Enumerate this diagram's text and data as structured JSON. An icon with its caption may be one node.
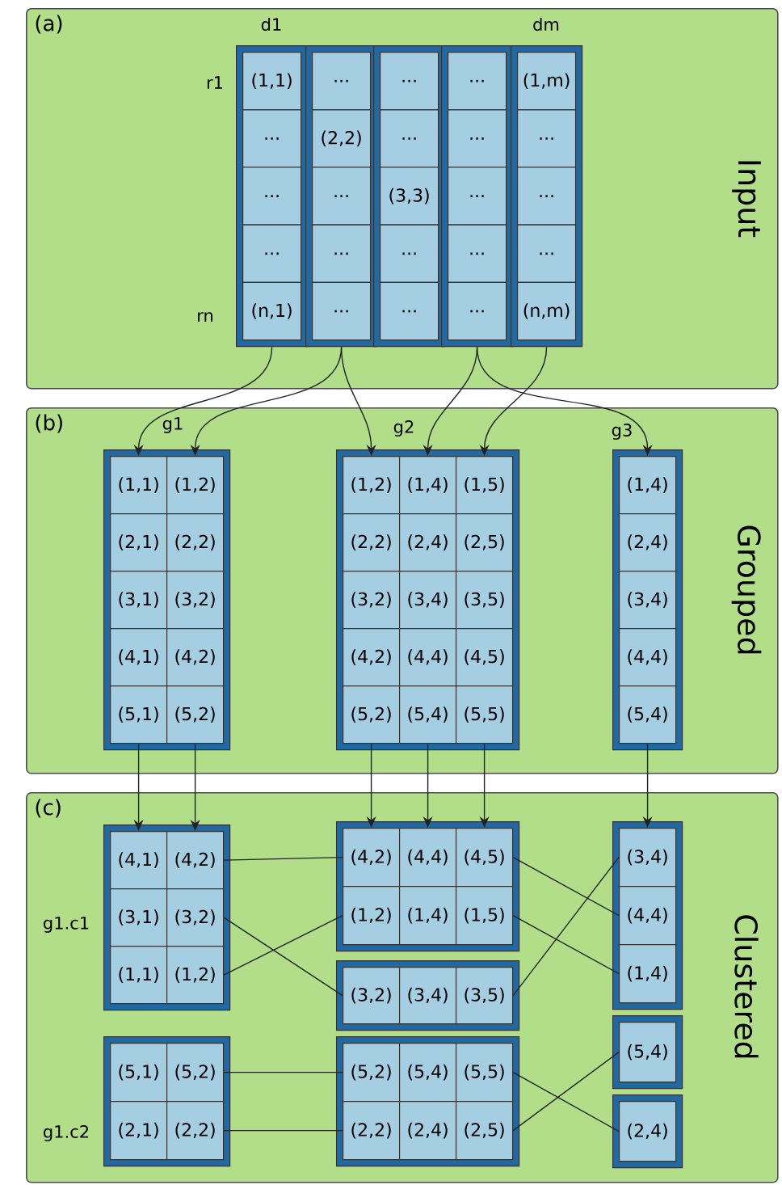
{
  "diagram": {
    "nodes": [
      {
        "text": [
          "(a)",
          "Input"
        ]
      },
      {
        "text": [],
        "shape": "box",
        "in": 0
      },
      {
        "text": [
          "(1,1)"
        ],
        "in": 1
      },
      {
        "text": [
          "..."
        ],
        "in": 1
      },
      {
        "text": [
          "..."
        ],
        "in": 1
      },
      {
        "text": [
          "..."
        ],
        "in": 1
      },
      {
        "text": [
          "(n,1)"
        ],
        "in": 1
      },
      {
        "text": [],
        "shape": "box",
        "in": 0
      },
      {
        "text": [
          "..."
        ],
        "in": 7
      },
      {
        "text": [
          "(2,2)"
        ],
        "in": 7
      },
      {
        "text": [
          "..."
        ],
        "in": 7
      },
      {
        "text": [
          "..."
        ],
        "in": 7
      },
      {
        "text": [
          "..."
        ],
        "in": 7
      },
      {
        "text": [],
        "shape": "box",
        "in": 0
      },
      {
        "text": [
          "..."
        ],
        "in": 13
      },
      {
        "text": [
          "..."
        ],
        "in": 13
      },
      {
        "text": [
          "(3,3)"
        ],
        "in": 13
      },
      {
        "text": [
          "..."
        ],
        "in": 13
      },
      {
        "text": [
          "..."
        ],
        "in": 13
      },
      {
        "text": [],
        "shape": "box",
        "in": 0
      },
      {
        "text": [
          "..."
        ],
        "in": 19
      },
      {
        "text": [
          "..."
        ],
        "in": 19
      },
      {
        "text": [
          "..."
        ],
        "in": 19
      },
      {
        "text": [
          "..."
        ],
        "in": 19
      },
      {
        "text": [
          "..."
        ],
        "in": 19
      },
      {
        "text": [],
        "shape": "box",
        "in": 0
      },
      {
        "text": [
          "(1,m)"
        ],
        "in": 25
      },
      {
        "text": [
          "..."
        ],
        "in": 25
      },
      {
        "text": [
          "..."
        ],
        "in": 25
      },
      {
        "text": [
          "..."
        ],
        "in": 25
      },
      {
        "text": [
          "(n,m)"
        ],
        "in": 25
      },
      {
        "text": [
          "(b)",
          "Grouped"
        ]
      },
      {
        "text": [],
        "shape": "box",
        "in": 31
      },
      {
        "text": [
          "(1,1)"
        ],
        "in": 32
      },
      {
        "text": [
          "(1,2)"
        ],
        "in": 32
      },
      {
        "text": [
          "(2,1)"
        ],
        "in": 32
      },
      {
        "text": [
          "(2,2)"
        ],
        "in": 32
      },
      {
        "text": [
          "(3,1)"
        ],
        "in": 32
      },
      {
        "text": [
          "(3,2)"
        ],
        "in": 32
      },
      {
        "text": [
          "(4,1)"
        ],
        "in": 32
      },
      {
        "text": [
          "(4,2)"
        ],
        "in": 32
      },
      {
        "text": [
          "(5,1)"
        ],
        "in": 32
      },
      {
        "text": [
          "(5,2)"
        ],
        "in": 32
      },
      {
        "text": [],
        "shape": "box",
        "in": 31
      },
      {
        "text": [
          "(1,2)"
        ],
        "in": 43
      },
      {
        "text": [
          "(1,4)"
        ],
        "in": 43
      },
      {
        "text": [
          "(1,5)"
        ],
        "in": 43
      },
      {
        "text": [
          "(2,2)"
        ],
        "in": 43
      },
      {
        "text": [
          "(2,4)"
        ],
        "in": 43
      },
      {
        "text": [
          "(2,5)"
        ],
        "in": 43
      },
      {
        "text": [
          "(3,2)"
        ],
        "in": 43
      },
      {
        "text": [
          "(3,4)"
        ],
        "in": 43
      },
      {
        "text": [
          "(3,5)"
        ],
        "in": 43
      },
      {
        "text": [
          "(4,2)"
        ],
        "in": 43
      },
      {
        "text": [
          "(4,4)"
        ],
        "in": 43
      },
      {
        "text": [
          "(4,5)"
        ],
        "in": 43
      },
      {
        "text": [
          "(5,2)"
        ],
        "in": 43
      },
      {
        "text": [
          "(5,4)"
        ],
        "in": 43
      },
      {
        "text": [
          "(5,5)"
        ],
        "in": 43
      },
      {
        "text": [],
        "shape": "box",
        "in": 31
      },
      {
        "text": [
          "(1,4)"
        ],
        "in": 59
      },
      {
        "text": [
          "(2,4)"
        ],
        "in": 59
      },
      {
        "text": [
          "(3,4)"
        ],
        "in": 59
      },
      {
        "text": [
          "(4,4)"
        ],
        "in": 59
      },
      {
        "text": [
          "(5,4)"
        ],
        "in": 59
      },
      {
        "text": [
          "(c)",
          "Clustered"
        ]
      },
      {
        "text": [],
        "shape": "box",
        "in": 65
      },
      {
        "text": [
          "(4,1)"
        ],
        "in": 66
      },
      {
        "text": [
          "(4,2)"
        ],
        "in": 66
      },
      {
        "text": [
          "(3,1)"
        ],
        "in": 66
      },
      {
        "text": [
          "(3,2)"
        ],
        "in": 66
      },
      {
        "text": [
          "(1,1)"
        ],
        "in": 66
      },
      {
        "text": [
          "(1,2)"
        ],
        "in": 66
      },
      {
        "text": [],
        "shape": "box",
        "in": 65
      },
      {
        "text": [
          "(5,1)"
        ],
        "in": 73
      },
      {
        "text": [
          "(5,2)"
        ],
        "in": 73
      },
      {
        "text": [
          "(2,1)"
        ],
        "in": 73
      },
      {
        "text": [
          "(2,2)"
        ],
        "in": 73
      },
      {
        "text": [],
        "shape": "box",
        "in": 65
      },
      {
        "text": [
          "(4,2)"
        ],
        "in": 78
      },
      {
        "text": [
          "(4,4)"
        ],
        "in": 78
      },
      {
        "text": [
          "(4,5)"
        ],
        "in": 78
      },
      {
        "text": [
          "(1,2)"
        ],
        "in": 78
      },
      {
        "text": [
          "(1,4)"
        ],
        "in": 78
      },
      {
        "text": [
          "(1,5)"
        ],
        "in": 78
      },
      {
        "text": [],
        "shape": "box",
        "in": 65
      },
      {
        "text": [
          "(3,2)"
        ],
        "in": 85
      },
      {
        "text": [
          "(3,4)"
        ],
        "in": 85
      },
      {
        "text": [
          "(3,5)"
        ],
        "in": 85
      },
      {
        "text": [],
        "shape": "box",
        "in": 65
      },
      {
        "text": [
          "(5,2)"
        ],
        "in": 89
      },
      {
        "text": [
          "(5,4)"
        ],
        "in": 89
      },
      {
        "text": [
          "(5,5)"
        ],
        "in": 89
      },
      {
        "text": [
          "(2,2)"
        ],
        "in": 89
      },
      {
        "text": [
          "(2,4)"
        ],
        "in": 89
      },
      {
        "text": [
          "(2,5)"
        ],
        "in": 89
      },
      {
        "text": [],
        "shape": "box",
        "in": 65
      },
      {
        "text": [
          "(3,4)"
        ],
        "in": 96
      },
      {
        "text": [
          "(4,4)"
        ],
        "in": 96
      },
      {
        "text": [
          "(1,4)"
        ],
        "in": 96
      },
      {
        "text": [],
        "shape": "box",
        "in": 65
      },
      {
        "text": [
          "(5,4)"
        ],
        "in": 100
      },
      {
        "text": [],
        "shape": "box",
        "in": 65
      },
      {
        "text": [
          "(2,4)"
        ],
        "in": 102
      }
    ],
    "edges": [
      {
        "from": 1,
        "to": 33,
        "arrow": "to"
      },
      {
        "from": 7,
        "to": 34,
        "arrow": "to"
      },
      {
        "from": 7,
        "to": 44,
        "arrow": "to"
      },
      {
        "from": 19,
        "to": 45,
        "arrow": "to"
      },
      {
        "from": 25,
        "to": 46,
        "arrow": "to"
      },
      {
        "from": 19,
        "to": 60,
        "arrow": "to"
      },
      {
        "from": 41,
        "to": 67,
        "arrow": "to"
      },
      {
        "from": 42,
        "to": 68,
        "arrow": "to"
      },
      {
        "from": 56,
        "to": 79,
        "arrow": "to"
      },
      {
        "from": 57,
        "to": 80,
        "arrow": "to"
      },
      {
        "from": 58,
        "to": 81,
        "arrow": "to"
      },
      {
        "from": 64,
        "to": 97,
        "arrow": "to"
      },
      {
        "from": 68,
        "to": 79,
        "arrow": "none"
      },
      {
        "from": 70,
        "to": 86,
        "arrow": "none"
      },
      {
        "from": 72,
        "to": 82,
        "arrow": "none"
      },
      {
        "from": 81,
        "to": 98,
        "arrow": "none"
      },
      {
        "from": 84,
        "to": 99,
        "arrow": "none"
      },
      {
        "from": 88,
        "to": 97,
        "arrow": "none"
      },
      {
        "from": 75,
        "to": 90,
        "arrow": "none"
      },
      {
        "from": 77,
        "to": 93,
        "arrow": "none"
      },
      {
        "from": 92,
        "to": 103,
        "arrow": "none"
      },
      {
        "from": 95,
        "to": 101,
        "arrow": "none"
      }
    ],
    "labels": [
      "d1",
      "dm",
      "r1",
      "rn",
      "g1",
      "g2",
      "g3",
      "g1.c1",
      "g1.c2"
    ]
  }
}
